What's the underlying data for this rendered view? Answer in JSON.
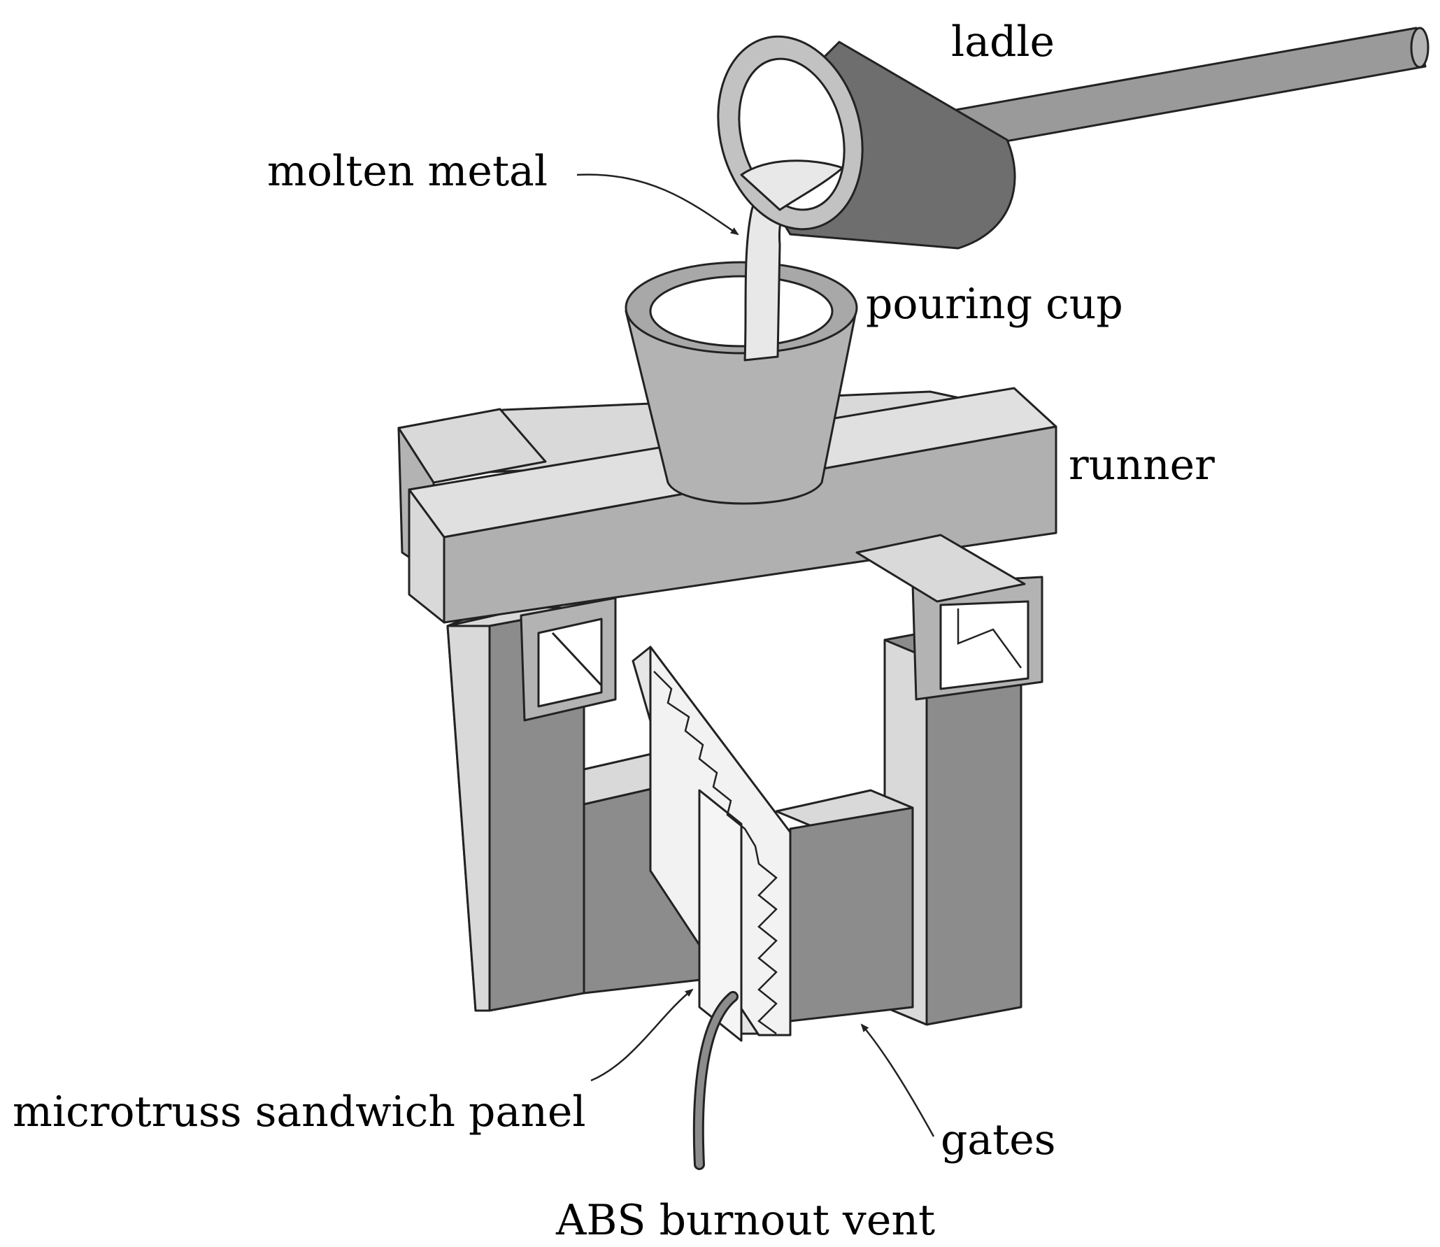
{
  "labels": {
    "ladle": "ladle",
    "molten_metal": "molten metal",
    "pouring_cup": "pouring cup",
    "runner": "runner",
    "microtruss_panel": "microtruss sandwich panel",
    "gates": "gates",
    "abs_vent": "ABS burnout vent"
  },
  "colors": {
    "light_face": "#d9d9d9",
    "mid_face": "#b3b3b3",
    "dark_face": "#8c8c8c",
    "darker_face": "#6e6e6e",
    "metal": "#e8e8e8",
    "panel": "#f2f2f2",
    "outline": "#222222"
  }
}
